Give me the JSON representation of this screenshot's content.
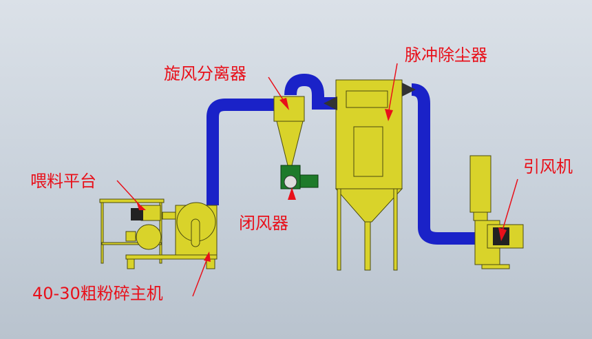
{
  "labels": {
    "cyclone": "旋风分离器",
    "dust_collector": "脉冲除尘器",
    "fan": "引风机",
    "feeding_platform": "喂料平台",
    "airlock": "闭风器",
    "mill": "40-30粗粉碎主机"
  },
  "colors": {
    "pipe": "#1a22c8",
    "equipment": "#d9d32a",
    "label": "#e8101a"
  }
}
